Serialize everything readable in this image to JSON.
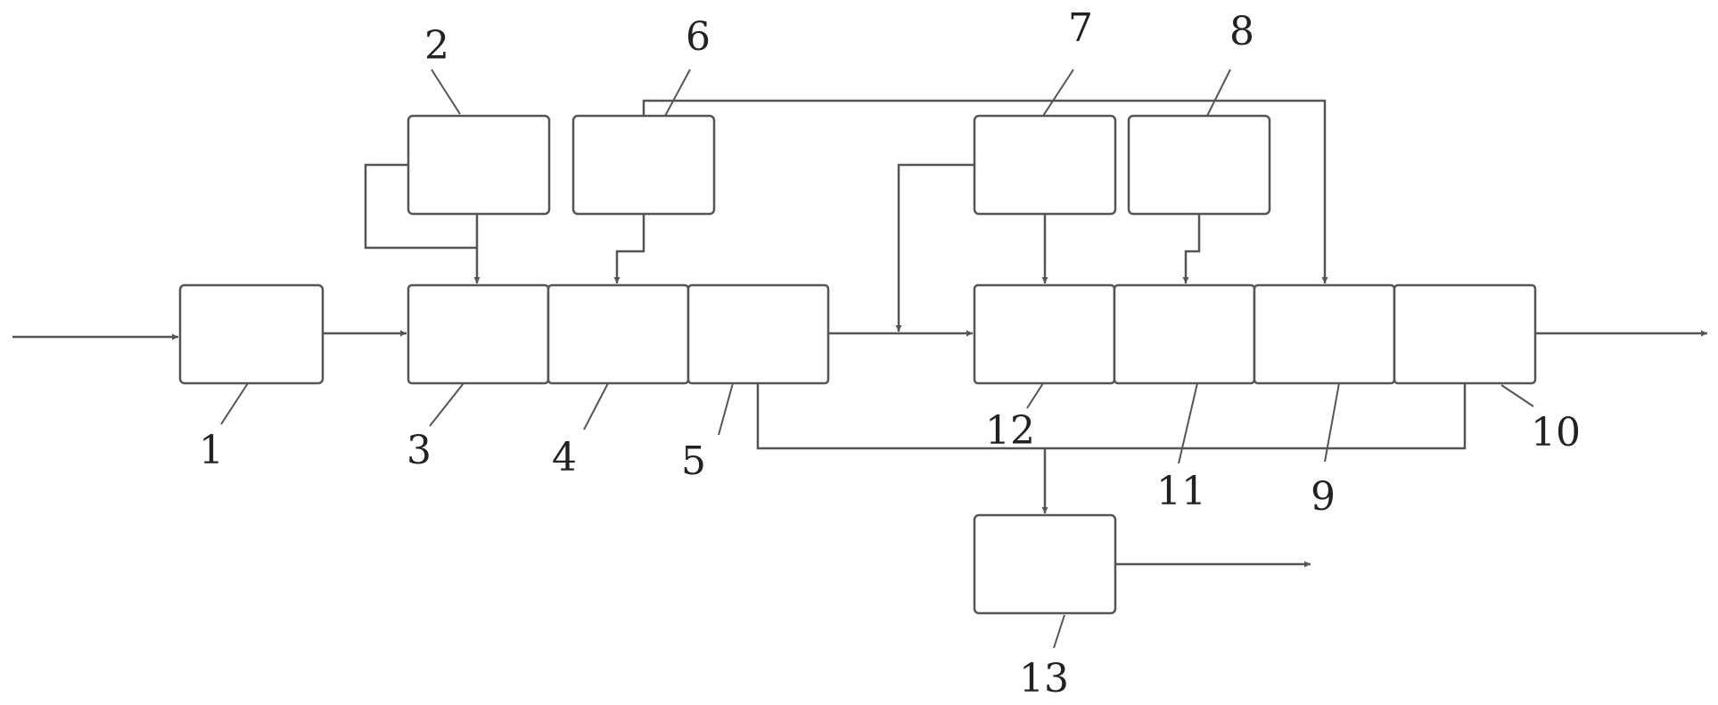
{
  "diagram": {
    "colors": {
      "stroke": "#555555",
      "text": "#222222",
      "background": "#ffffff"
    },
    "labels": {
      "b1": "1",
      "b2": "2",
      "b3": "3",
      "b4": "4",
      "b5": "5",
      "b6": "6",
      "b7": "7",
      "b8": "8",
      "b9": "9",
      "b10": "10",
      "b11": "11",
      "b12": "12",
      "b13": "13"
    }
  }
}
